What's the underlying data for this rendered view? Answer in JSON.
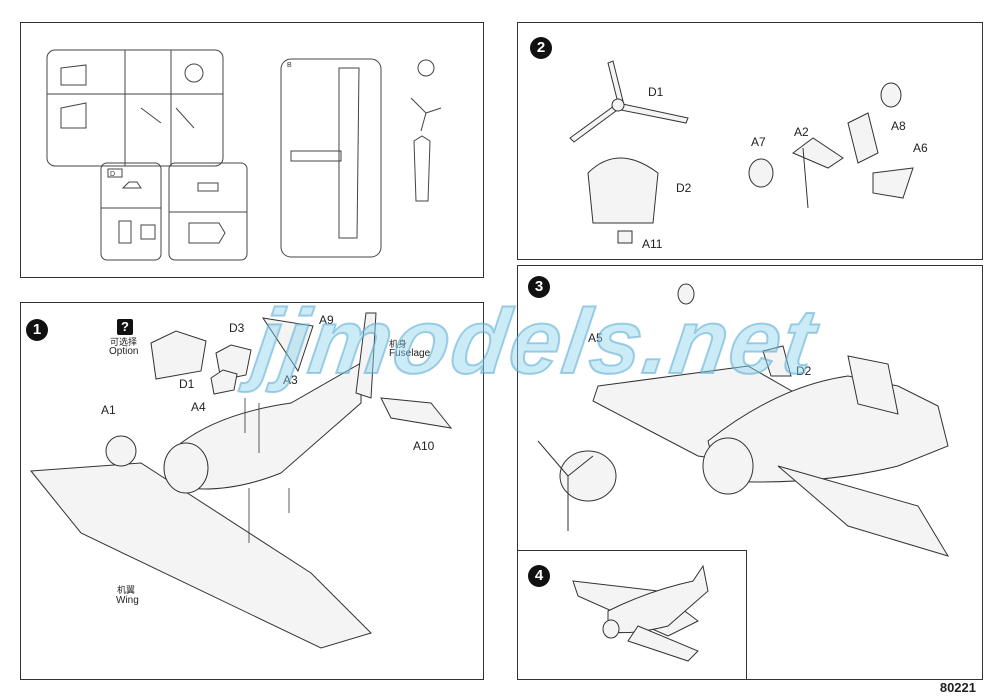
{
  "sprues": {
    "d_label": "D",
    "b_label": "B"
  },
  "step1": {
    "number": "1",
    "option_zh": "可选择",
    "option_en": "Option",
    "fuselage_zh": "机身",
    "fuselage_en": "Fuselage",
    "wing_zh": "机翼",
    "wing_en": "Wing",
    "parts": [
      "D3",
      "A9",
      "A3",
      "D1",
      "A4",
      "A1",
      "A10"
    ]
  },
  "step2": {
    "number": "2",
    "parts": [
      "D1",
      "D2",
      "A11",
      "A7",
      "A2",
      "A8",
      "A6"
    ]
  },
  "step3": {
    "number": "3",
    "parts": [
      "A5",
      "D2"
    ]
  },
  "step4": {
    "number": "4"
  },
  "watermark": "jjmodels.net",
  "page_code": "80221"
}
